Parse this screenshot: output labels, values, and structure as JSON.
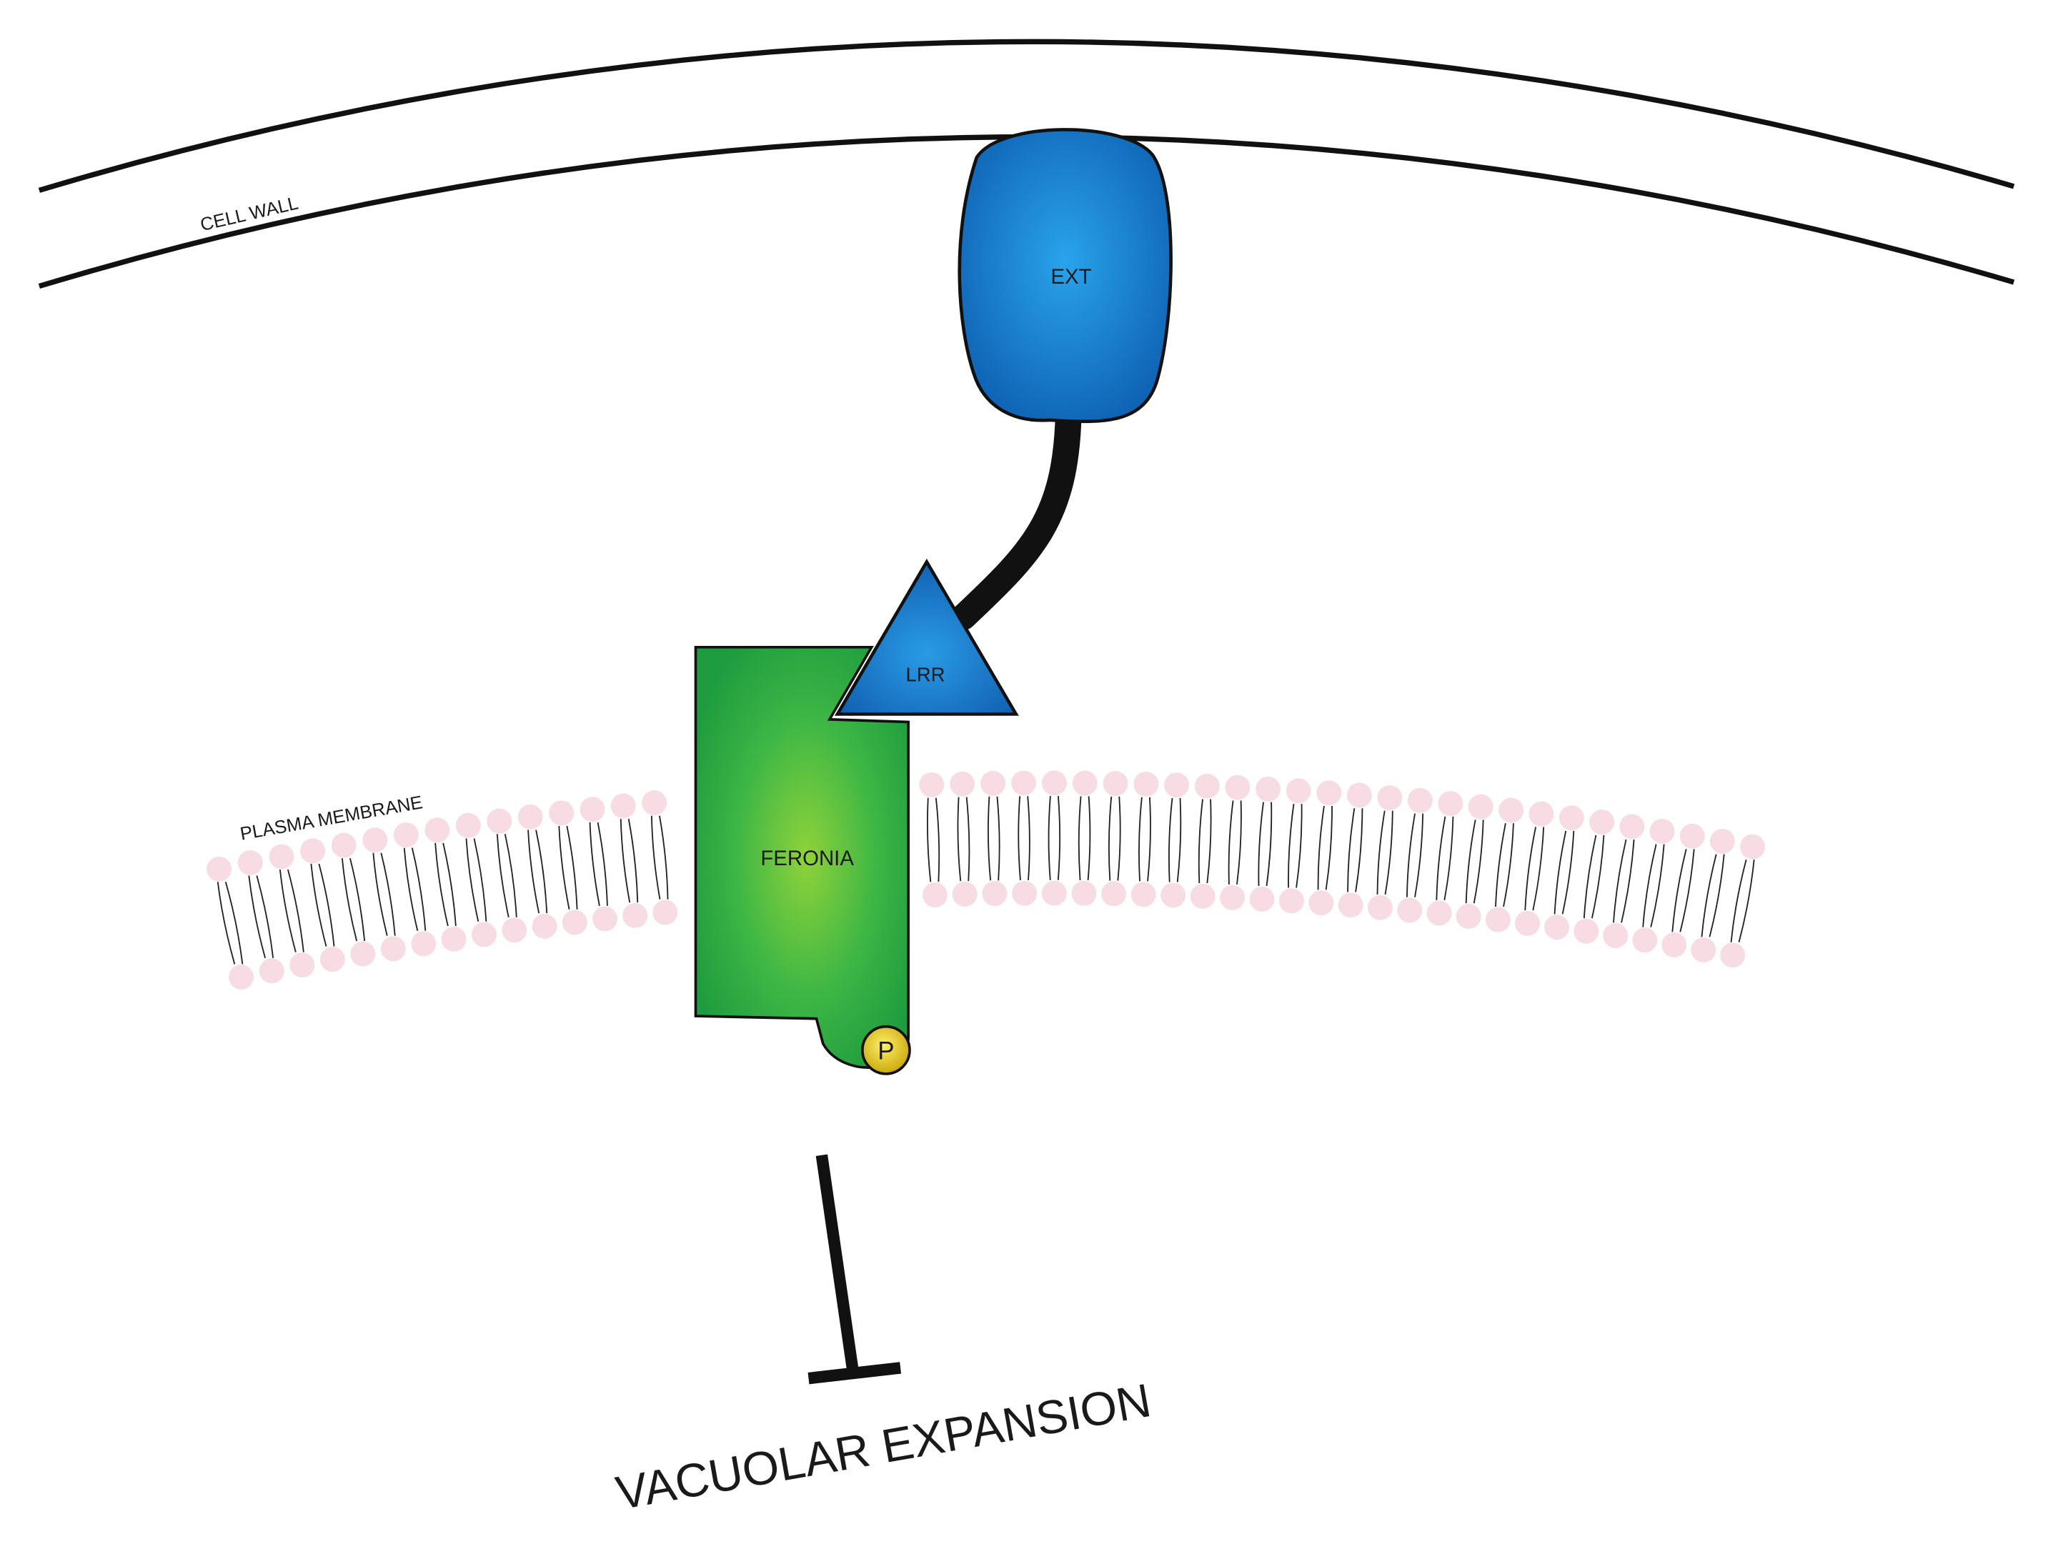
{
  "labels": {
    "cell_wall": "CELL WALL",
    "plasma_membrane": "PLASMA MEMBRANE",
    "ext": "EXT",
    "lrr": "LRR",
    "feronia": "FERONIA",
    "phospho": "P",
    "outcome": "VACUOLAR EXPANSION"
  },
  "colors": {
    "ext_domain": "#1575c6",
    "lrr_domain": "#1a74c9",
    "feronia": "#2fb24a",
    "phospho": "#e8cf1a",
    "lipid_head": "#f7dce3",
    "line": "#111111"
  },
  "relation": "inhibits"
}
